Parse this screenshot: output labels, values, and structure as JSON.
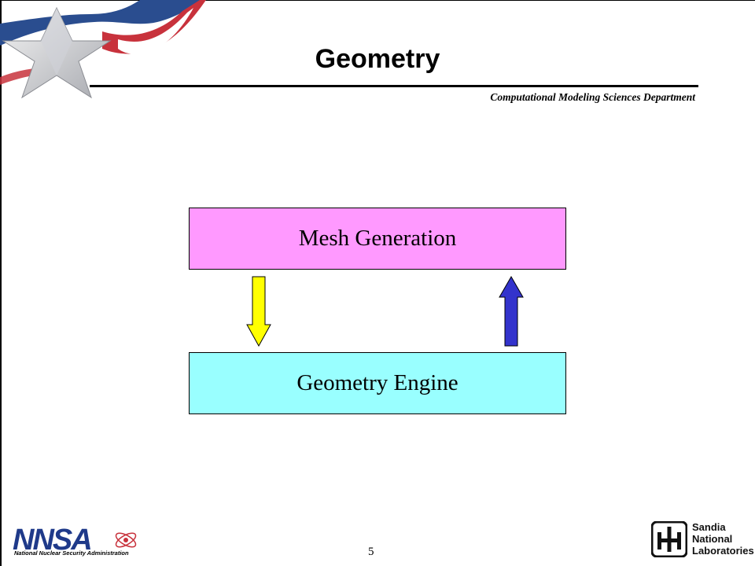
{
  "slide": {
    "title": "Geometry",
    "department": "Computational Modeling Sciences Department",
    "page_number": "5"
  },
  "diagram": {
    "top_box": {
      "label": "Mesh Generation",
      "color": "#ff99ff"
    },
    "bottom_box": {
      "label": "Geometry Engine",
      "color": "#99ffff"
    },
    "arrow_down": {
      "direction": "down",
      "color": "#ffff00"
    },
    "arrow_up": {
      "direction": "up",
      "color": "#3333cc"
    }
  },
  "footer": {
    "nnsa_logo": {
      "text": "NNSA",
      "caption": "National Nuclear Security Administration"
    },
    "sandia_logo": {
      "lines": [
        "Sandia",
        "National",
        "Laboratories"
      ]
    }
  },
  "colors": {
    "flag_red": "#c8323c",
    "flag_blue": "#2a4d8f",
    "nnsa_blue": "#1f3a8a"
  }
}
